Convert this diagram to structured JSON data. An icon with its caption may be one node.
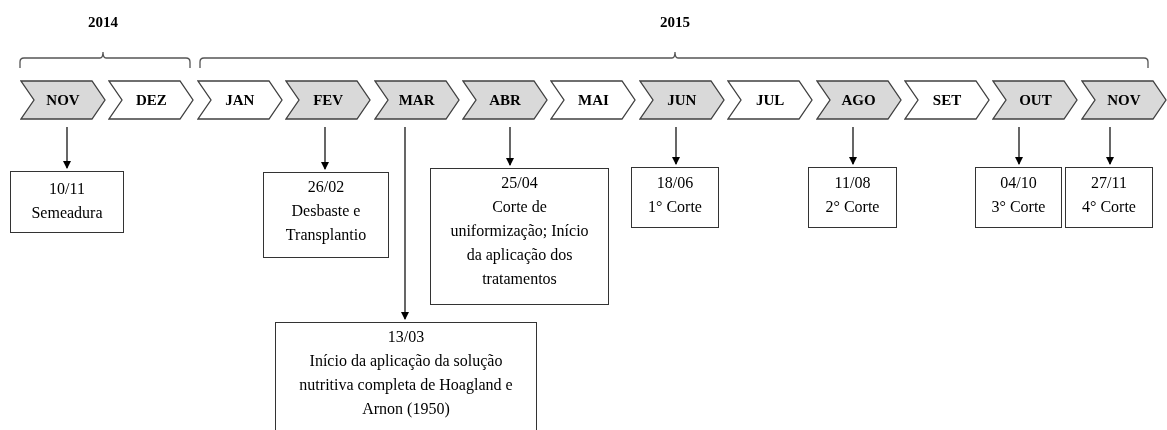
{
  "diagram": {
    "nodes": [
      {
        "text": [
          "NOV"
        ]
      },
      {
        "text": [
          "DEZ"
        ]
      },
      {
        "text": [
          "JAN"
        ]
      },
      {
        "text": [
          "FEV"
        ]
      },
      {
        "text": [
          "MAR"
        ]
      },
      {
        "text": [
          "ABR"
        ]
      },
      {
        "text": [
          "MAI"
        ]
      },
      {
        "text": [
          "JUN"
        ]
      },
      {
        "text": [
          "JUL"
        ]
      },
      {
        "text": [
          "AGO"
        ]
      },
      {
        "text": [
          "SET"
        ]
      },
      {
        "text": [
          "OUT"
        ]
      },
      {
        "text": [
          "NOV"
        ]
      },
      {
        "text": [
          "10/11",
          "Semeadura"
        ]
      },
      {
        "text": [
          "26/02",
          "Desbaste e Transplantio"
        ]
      },
      {
        "text": [
          "13/03",
          "Início da aplicação da solução nutritiva completa de Hoagland e Arnon (1950)"
        ]
      },
      {
        "text": [
          "25/04",
          "Corte de uniformização; Início da aplicação dos tratamentos"
        ]
      },
      {
        "text": [
          "18/06",
          "1° Corte"
        ]
      },
      {
        "text": [
          "11/08",
          "2° Corte"
        ]
      },
      {
        "text": [
          "04/10",
          "3° Corte"
        ]
      },
      {
        "text": [
          "27/11",
          "4° Corte"
        ]
      }
    ],
    "edges": [
      {
        "from": 0,
        "to": 13,
        "arrow": "to"
      },
      {
        "from": 3,
        "to": 14,
        "arrow": "to"
      },
      {
        "from": 4,
        "to": 15,
        "arrow": "to"
      },
      {
        "from": 5,
        "to": 16,
        "arrow": "to"
      },
      {
        "from": 7,
        "to": 17,
        "arrow": "to"
      },
      {
        "from": 9,
        "to": 18,
        "arrow": "to"
      },
      {
        "from": 11,
        "to": 19,
        "arrow": "to"
      },
      {
        "from": 12,
        "to": 20,
        "arrow": "to"
      }
    ],
    "labels": [
      "2014",
      "2015"
    ]
  }
}
